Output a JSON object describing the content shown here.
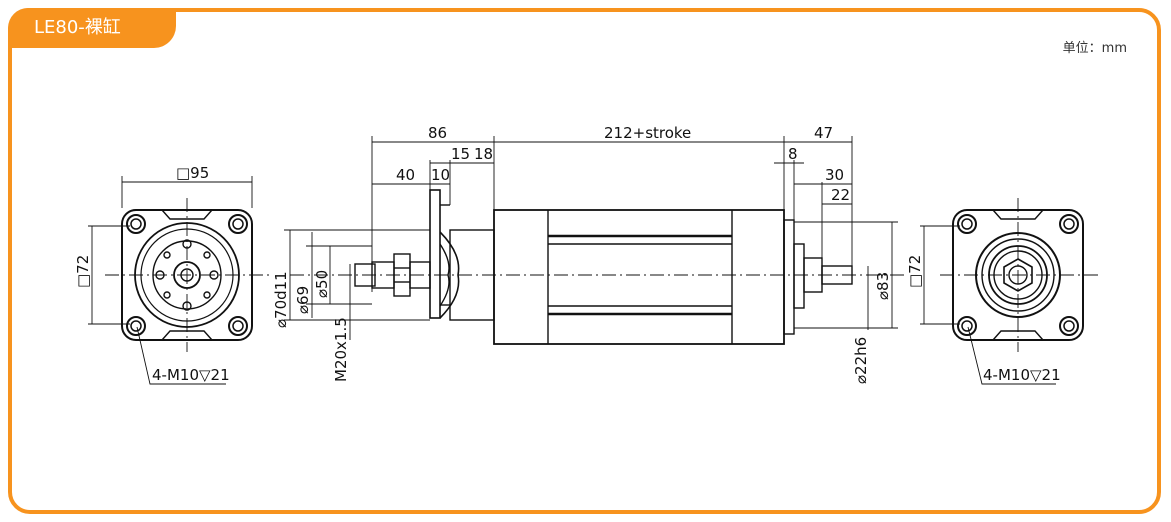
{
  "header": {
    "tag": "LE80-裸缸",
    "unit": "单位：mm"
  },
  "colors": {
    "accent": "#f7931e",
    "line": "#111111"
  },
  "left_view": {
    "width_label": "□95",
    "height_label": "□72",
    "bolt_label": "4-M10▽21"
  },
  "side_view": {
    "dim_86": "86",
    "dim_212": "212+stroke",
    "dim_47": "47",
    "dim_15": "15",
    "dim_18": "18",
    "dim_8": "8",
    "dim_40": "40",
    "dim_10": "10",
    "dim_30": "30",
    "dim_22": "22",
    "dia_70": "⌀70d11",
    "dia_69": "⌀69",
    "dia_50": "⌀50",
    "thread": "M20x1.5",
    "dia_83": "⌀83",
    "dia_22": "⌀22h6"
  },
  "right_view": {
    "height_label": "□72",
    "bolt_label": "4-M10▽21"
  }
}
